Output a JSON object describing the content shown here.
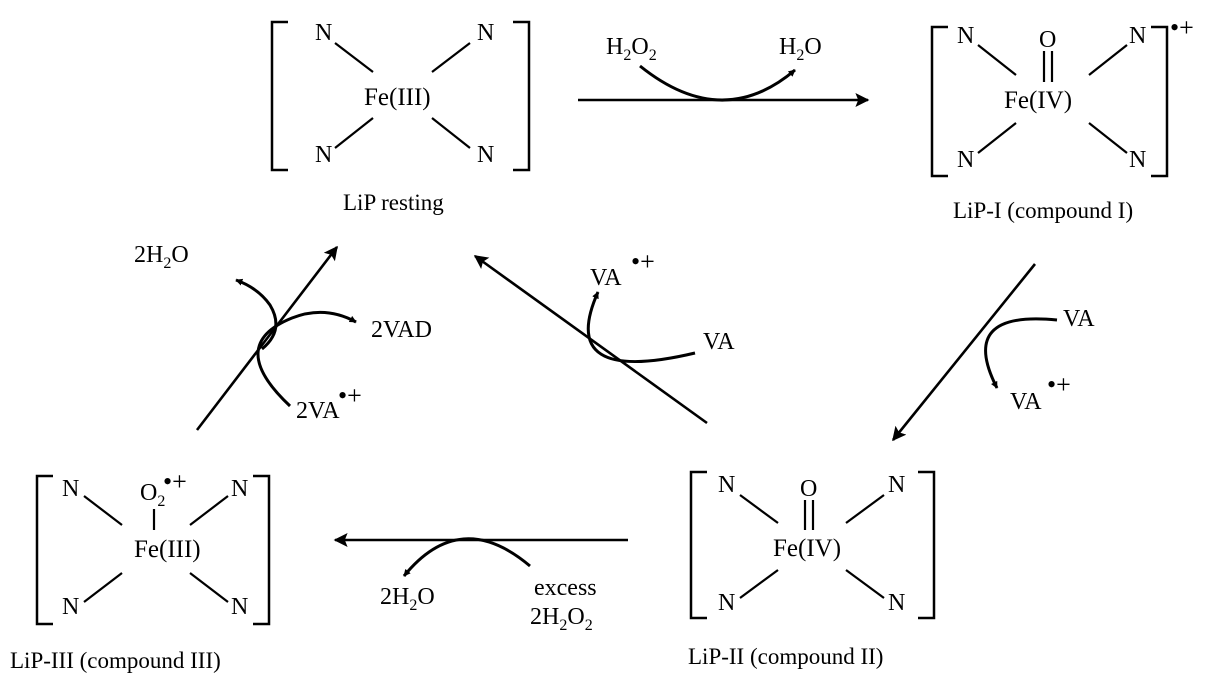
{
  "complexes": {
    "resting": {
      "label": "LiP resting",
      "metal": "Fe(III)",
      "ligand": "N"
    },
    "compound1": {
      "label": "LiP-I (compound I)",
      "metal": "Fe(IV)",
      "ligand": "N",
      "oxo": "O",
      "charge": "•+"
    },
    "compound2": {
      "label": "LiP-II (compound II)",
      "metal": "Fe(IV)",
      "ligand": "N",
      "oxo": "O"
    },
    "compound3": {
      "label": "LiP-III (compound III)",
      "metal": "Fe(III)",
      "ligand": "N",
      "axial": "O",
      "axial_sub": "2",
      "axial_charge": "•+"
    }
  },
  "reagents": {
    "step1": {
      "in": "H",
      "in_sub1": "2",
      "in_mid": "O",
      "in_sub2": "2",
      "out": "H",
      "out_sub": "2",
      "out_end": "O"
    },
    "step2": {
      "in": "VA",
      "out": "VA",
      "out_charge": "•+"
    },
    "step3": {
      "in": "VA",
      "out": "VA",
      "out_charge": "•+"
    },
    "step4": {
      "in_line1": "excess",
      "in_line2": "2H",
      "in_sub1": "2",
      "in_mid": "O",
      "in_sub2": "2",
      "out": "2H",
      "out_sub": "2",
      "out_end": "O"
    },
    "step5": {
      "in": "2VA",
      "in_charge": "•+",
      "out1": "2VAD",
      "out2": "2H",
      "out2_sub": "2",
      "out2_end": "O"
    }
  }
}
